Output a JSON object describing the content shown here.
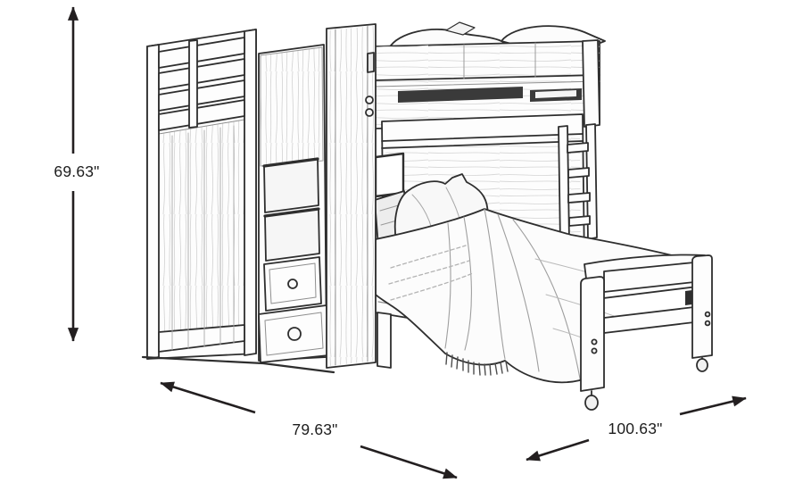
{
  "diagram": {
    "type": "furniture-dimension-diagram",
    "subject": "loft bunk bed with storage steps and attached caster bed (grayscale pencil-sketch line drawing)",
    "background_color": "#ffffff",
    "sketch_line_color": "#2e2e2e",
    "dimension_line_color": "#231f20",
    "text_color": "#1d1d1d"
  },
  "dimensions": {
    "height": {
      "label": "69.63\"",
      "orientation": "vertical, left side, double-headed arrow"
    },
    "depth": {
      "label": "79.63\"",
      "orientation": "diagonal lower-left, double-headed arrow"
    },
    "length": {
      "label": "100.63\"",
      "orientation": "diagonal lower-right, double-headed arrow"
    }
  }
}
